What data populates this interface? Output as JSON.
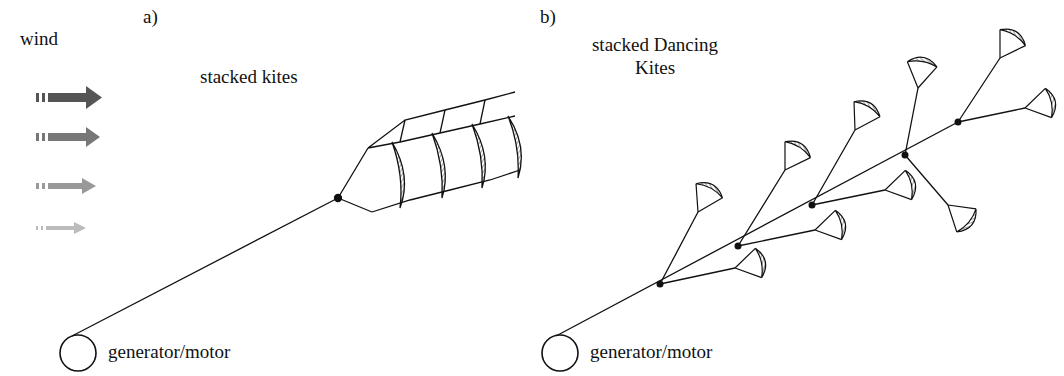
{
  "diagram": {
    "labels": [
      "a)",
      "b)",
      "wind",
      "stacked kites",
      "stacked Dancing Kites",
      "generator/motor",
      "generator/motor"
    ]
  }
}
